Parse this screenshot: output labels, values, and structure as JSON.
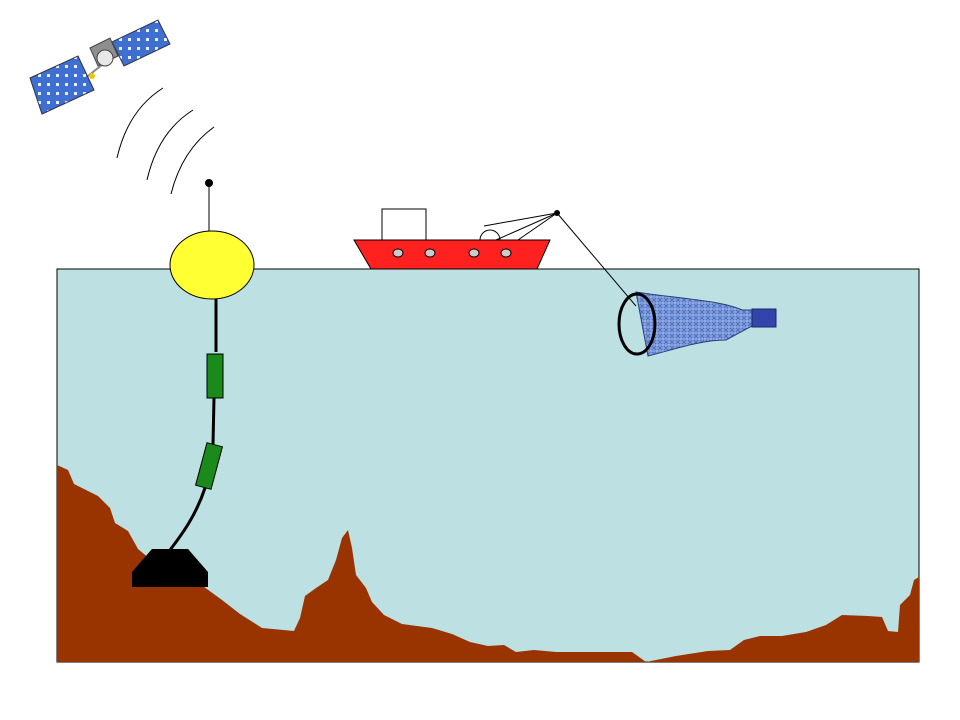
{
  "colors": {
    "water": "#bde0e3",
    "seabed": "#993300",
    "buoy": "#ffff33",
    "ship": "#ff2020",
    "porthole": "#cccccc",
    "sensor": "#1a8a1a",
    "anchor": "#000000",
    "net_mesh": "#6f8fd8",
    "cod_end": "#3344aa",
    "solar_panel": "#3f6fd0",
    "line": "#000000"
  },
  "icons": {
    "satellite": "satellite-icon",
    "buoy": "buoy-icon",
    "ship": "ship-icon",
    "plankton_net": "plankton-net-icon",
    "anchor": "anchor-weight-icon",
    "sensor": "sensor-icon"
  },
  "components": {
    "radio_signal_arcs": 3,
    "mooring_sensors": 2,
    "ship_portholes": 4
  }
}
